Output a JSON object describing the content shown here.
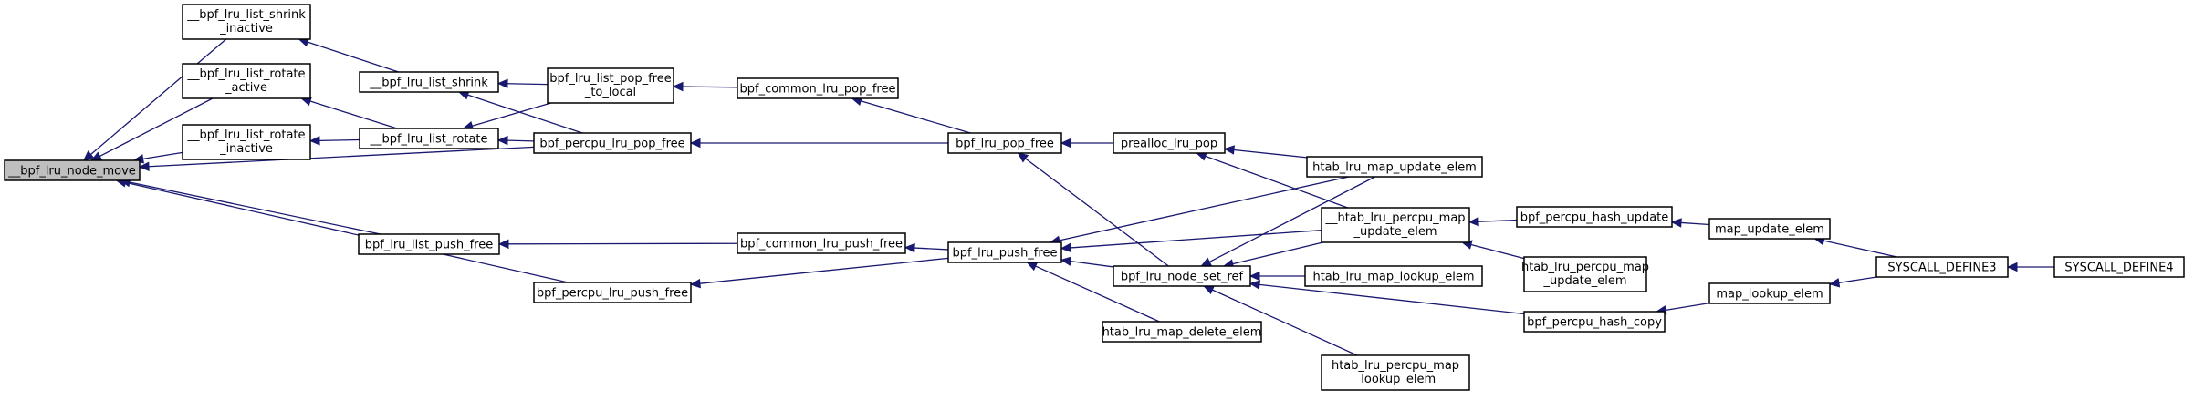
{
  "colors": {
    "edge": "#191970",
    "node_border": "#000000",
    "root_fill": "#bfbfbf",
    "node_fill": "#ffffff"
  },
  "nodes": {
    "root": {
      "lines": [
        "__bpf_lru_node_move"
      ]
    },
    "shrink_inactive": {
      "lines": [
        "__bpf_lru_list_shrink",
        "_inactive"
      ]
    },
    "rotate_active": {
      "lines": [
        "__bpf_lru_list_rotate",
        "_active"
      ]
    },
    "rotate_inactive": {
      "lines": [
        "__bpf_lru_list_rotate",
        "_inactive"
      ]
    },
    "list_shrink": {
      "lines": [
        "__bpf_lru_list_shrink"
      ]
    },
    "list_rotate": {
      "lines": [
        "__bpf_lru_list_rotate"
      ]
    },
    "pop_free_local": {
      "lines": [
        "bpf_lru_list_pop_free",
        "_to_local"
      ]
    },
    "percpu_pop_free": {
      "lines": [
        "bpf_percpu_lru_pop_free"
      ]
    },
    "common_pop_free": {
      "lines": [
        "bpf_common_lru_pop_free"
      ]
    },
    "list_push_free": {
      "lines": [
        "bpf_lru_list_push_free"
      ]
    },
    "percpu_push_free": {
      "lines": [
        "bpf_percpu_lru_push_free"
      ]
    },
    "common_push_free": {
      "lines": [
        "bpf_common_lru_push_free"
      ]
    },
    "lru_pop_free": {
      "lines": [
        "bpf_lru_pop_free"
      ]
    },
    "lru_push_free": {
      "lines": [
        "bpf_lru_push_free"
      ]
    },
    "prealloc_pop": {
      "lines": [
        "prealloc_lru_pop"
      ]
    },
    "node_set_ref": {
      "lines": [
        "bpf_lru_node_set_ref"
      ]
    },
    "map_delete": {
      "lines": [
        "htab_lru_map_delete_elem"
      ]
    },
    "map_update": {
      "lines": [
        "htab_lru_map_update_elem"
      ]
    },
    "__percpu_update": {
      "lines": [
        "__htab_lru_percpu_map",
        "_update_elem"
      ]
    },
    "map_lookup": {
      "lines": [
        "htab_lru_map_lookup_elem"
      ]
    },
    "percpu_map_update": {
      "lines": [
        "htab_lru_percpu_map",
        "_update_elem"
      ]
    },
    "percpu_lookup": {
      "lines": [
        "htab_lru_percpu_map",
        "_lookup_elem"
      ]
    },
    "percpu_hash_update": {
      "lines": [
        "bpf_percpu_hash_update"
      ]
    },
    "percpu_hash_copy": {
      "lines": [
        "bpf_percpu_hash_copy"
      ]
    },
    "map_update_elem": {
      "lines": [
        "map_update_elem"
      ]
    },
    "map_lookup_elem": {
      "lines": [
        "map_lookup_elem"
      ]
    },
    "syscall3": {
      "lines": [
        "SYSCALL_DEFINE3"
      ]
    },
    "syscall4": {
      "lines": [
        "SYSCALL_DEFINE4"
      ]
    }
  },
  "edges": [
    [
      "shrink_inactive",
      "root"
    ],
    [
      "rotate_active",
      "root"
    ],
    [
      "rotate_inactive",
      "root"
    ],
    [
      "percpu_pop_free",
      "root"
    ],
    [
      "list_push_free",
      "root"
    ],
    [
      "percpu_push_free",
      "root"
    ],
    [
      "list_shrink",
      "shrink_inactive"
    ],
    [
      "list_rotate",
      "rotate_active"
    ],
    [
      "list_rotate",
      "rotate_inactive"
    ],
    [
      "pop_free_local",
      "list_shrink"
    ],
    [
      "percpu_pop_free",
      "list_shrink"
    ],
    [
      "pop_free_local",
      "list_rotate"
    ],
    [
      "percpu_pop_free",
      "list_rotate"
    ],
    [
      "common_pop_free",
      "pop_free_local"
    ],
    [
      "lru_pop_free",
      "common_pop_free"
    ],
    [
      "lru_pop_free",
      "percpu_pop_free"
    ],
    [
      "common_push_free",
      "list_push_free"
    ],
    [
      "lru_push_free",
      "common_push_free"
    ],
    [
      "lru_push_free",
      "percpu_push_free"
    ],
    [
      "prealloc_pop",
      "lru_pop_free"
    ],
    [
      "node_set_ref",
      "lru_pop_free"
    ],
    [
      "map_update",
      "lru_push_free"
    ],
    [
      "__percpu_update",
      "lru_push_free"
    ],
    [
      "node_set_ref",
      "lru_push_free"
    ],
    [
      "map_delete",
      "lru_push_free"
    ],
    [
      "map_update",
      "prealloc_pop"
    ],
    [
      "__percpu_update",
      "prealloc_pop"
    ],
    [
      "map_update",
      "node_set_ref"
    ],
    [
      "__percpu_update",
      "node_set_ref"
    ],
    [
      "map_lookup",
      "node_set_ref"
    ],
    [
      "percpu_hash_copy",
      "node_set_ref"
    ],
    [
      "percpu_lookup",
      "node_set_ref"
    ],
    [
      "percpu_map_update",
      "__percpu_update"
    ],
    [
      "percpu_hash_update",
      "__percpu_update"
    ],
    [
      "map_update_elem",
      "percpu_hash_update"
    ],
    [
      "map_lookup_elem",
      "percpu_hash_copy"
    ],
    [
      "syscall3",
      "map_update_elem"
    ],
    [
      "syscall3",
      "map_lookup_elem"
    ],
    [
      "syscall4",
      "syscall3"
    ]
  ]
}
